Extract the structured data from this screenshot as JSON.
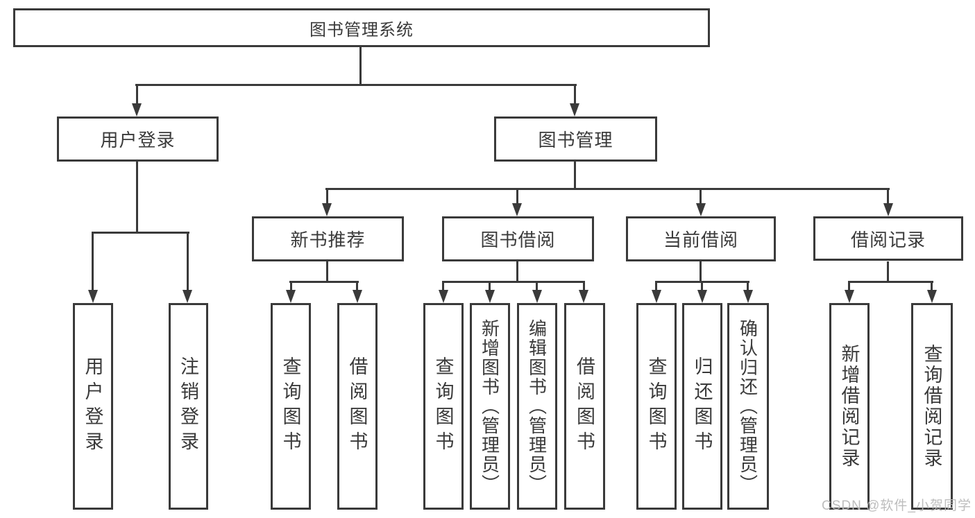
{
  "diagram": {
    "type": "hierarchy-tree",
    "colors": {
      "line": "#3a3a3a",
      "text": "#3a3a3a",
      "background": "#ffffff",
      "watermark": "#b9b9b9"
    },
    "watermark": "CSDN @软件_小贺同学",
    "tree": {
      "label": "图书管理系统",
      "children": [
        {
          "label": "用户登录",
          "children": [
            {
              "label": "用户登录"
            },
            {
              "label": "注销登录"
            }
          ]
        },
        {
          "label": "图书管理",
          "children": [
            {
              "label": "新书推荐",
              "children": [
                {
                  "label": "查询图书"
                },
                {
                  "label": "借阅图书"
                }
              ]
            },
            {
              "label": "图书借阅",
              "children": [
                {
                  "label": "查询图书"
                },
                {
                  "label": "新增图书（管理员）"
                },
                {
                  "label": "编辑图书（管理员）"
                },
                {
                  "label": "借阅图书"
                }
              ]
            },
            {
              "label": "当前借阅",
              "children": [
                {
                  "label": "查询图书"
                },
                {
                  "label": "归还图书"
                },
                {
                  "label": "确认归还（管理员）"
                }
              ]
            },
            {
              "label": "借阅记录",
              "children": [
                {
                  "label": "新增借阅记录"
                },
                {
                  "label": "查询借阅记录"
                }
              ]
            }
          ]
        }
      ]
    }
  }
}
